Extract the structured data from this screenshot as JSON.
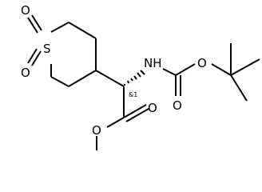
{
  "diagram": {
    "atoms": {
      "s1": "S",
      "o_s_top": "O",
      "o_s_bottom": "O",
      "nh": "NH",
      "o_carbamate_ester": "O",
      "o_carbamate_carbonyl": "O",
      "o_ester_carbonyl": "O",
      "o_ester_methoxy": "O"
    },
    "stereo_label": "&1"
  }
}
